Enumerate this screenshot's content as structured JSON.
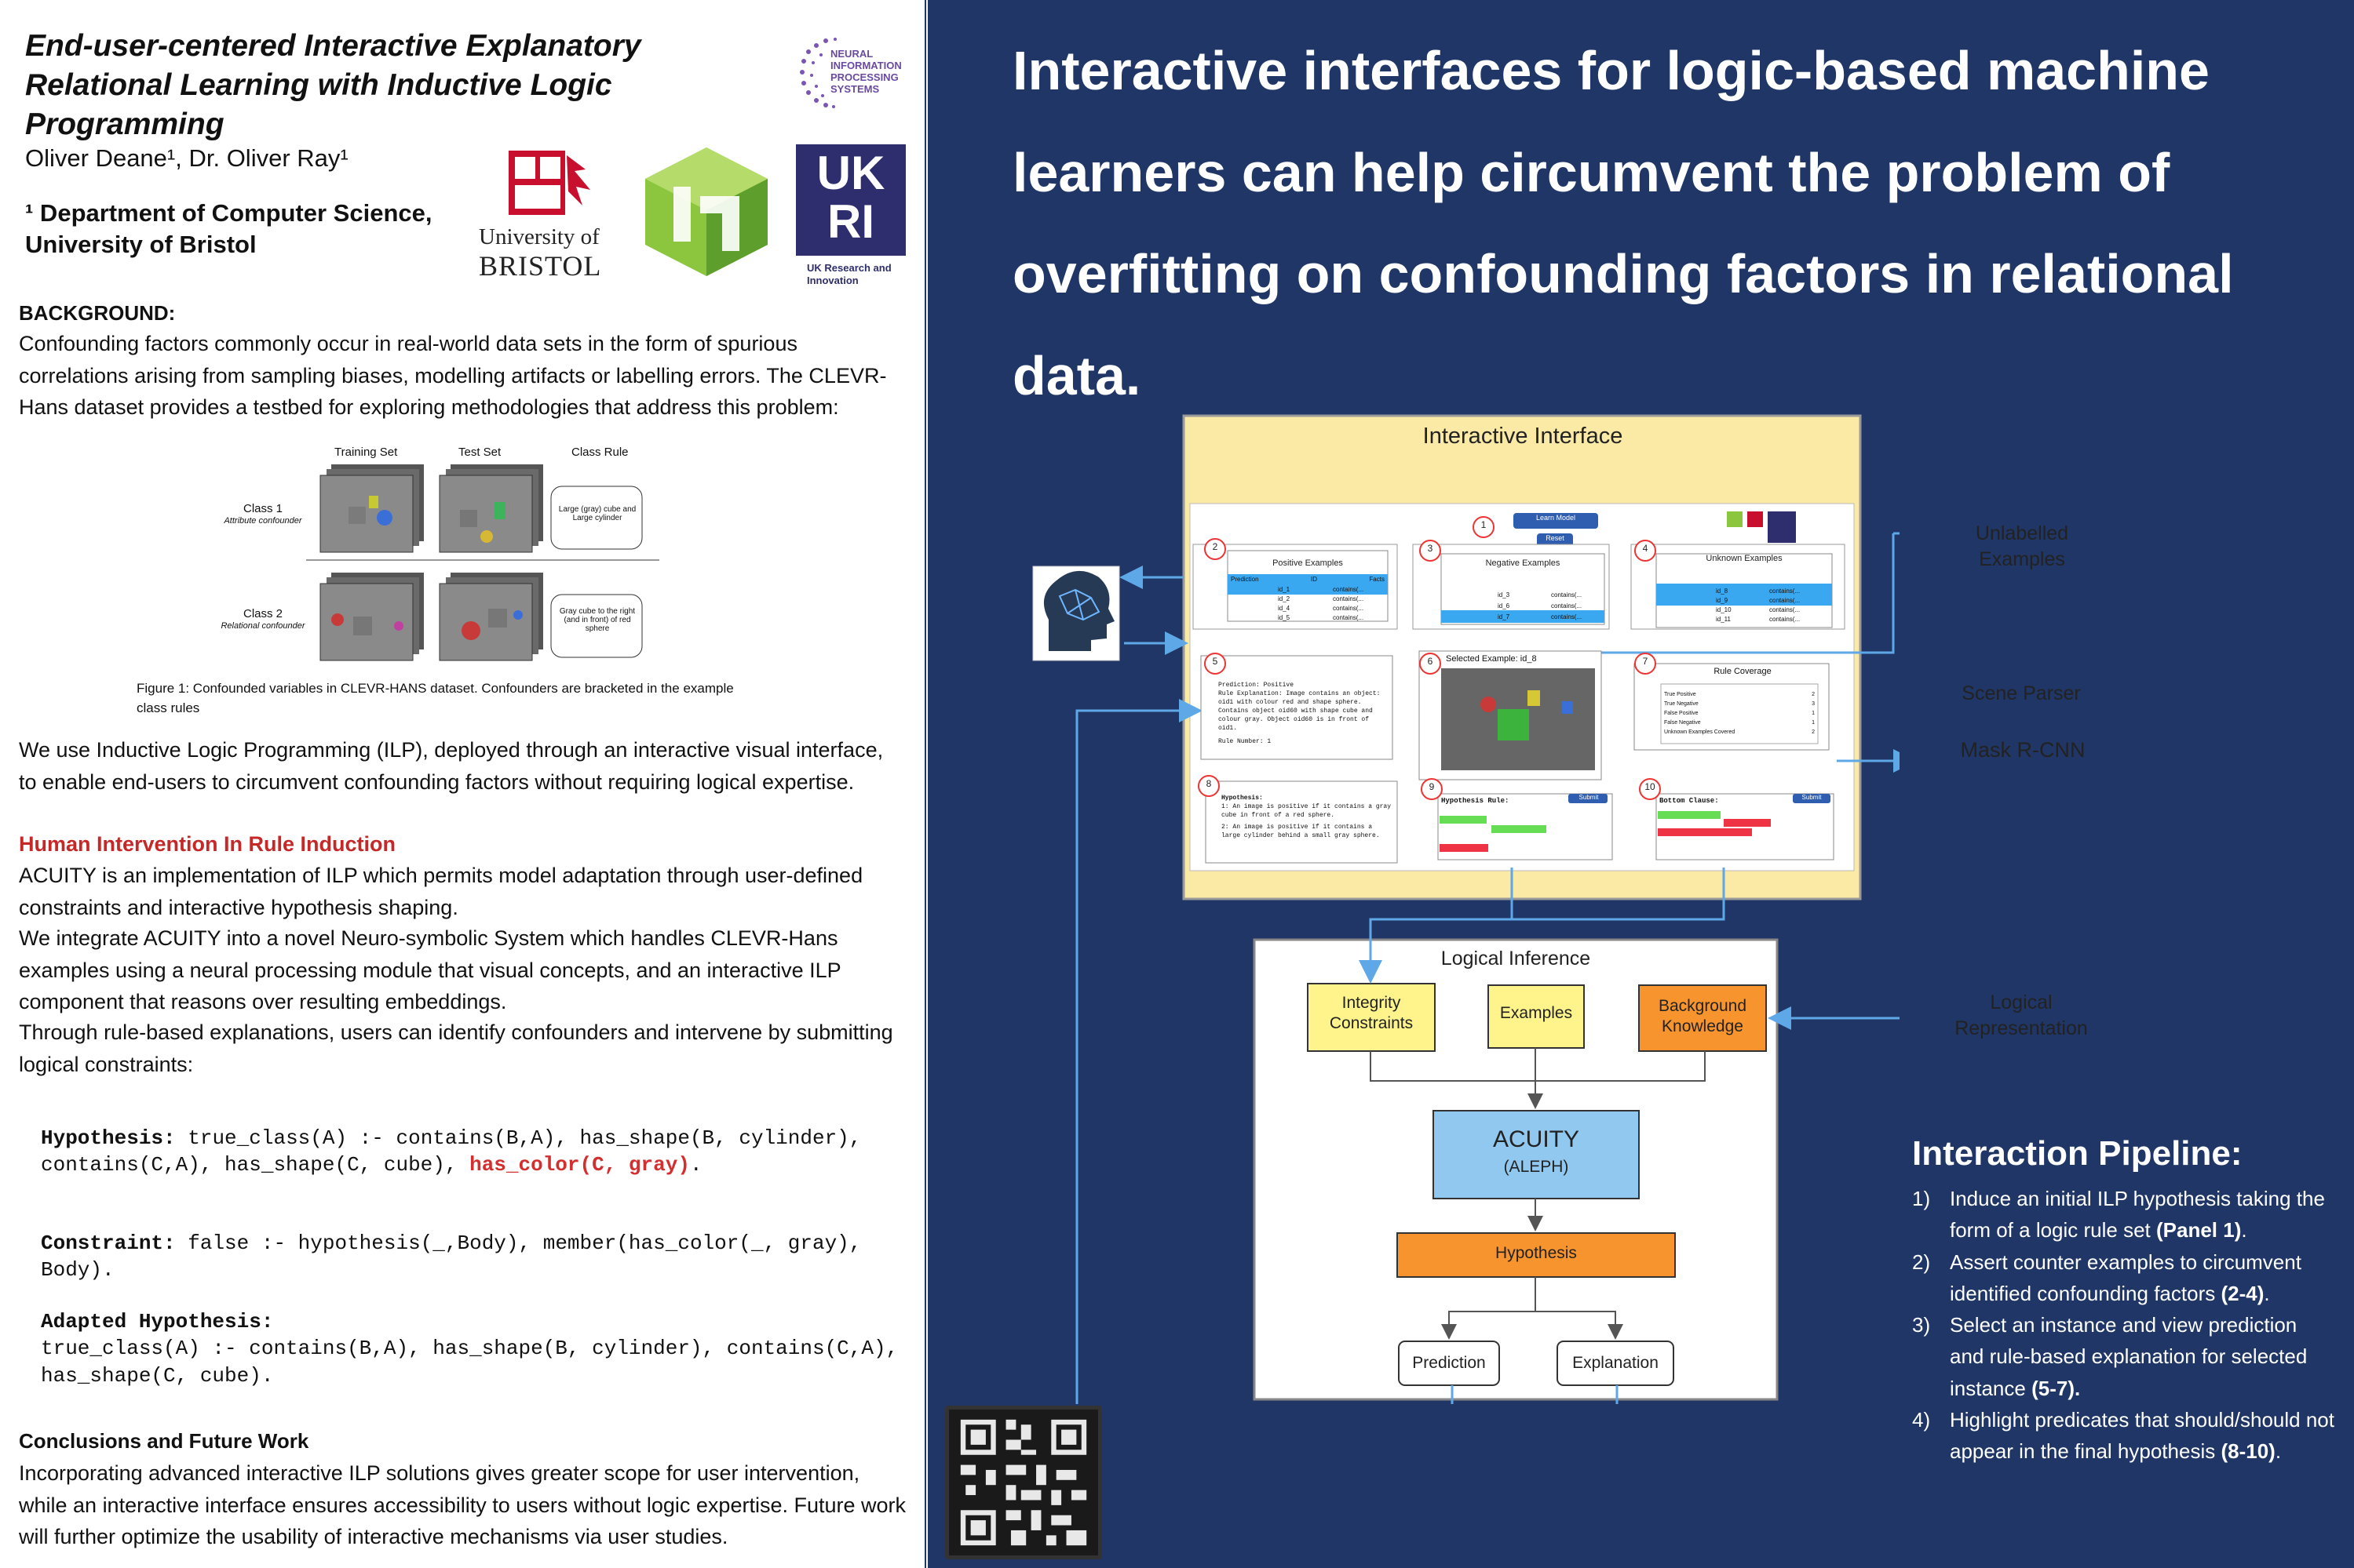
{
  "poster": {
    "title": "End-user-centered Interactive Explanatory Relational Learning with Inductive Logic Programming",
    "authors": "Oliver Deane¹, Dr. Oliver Ray¹",
    "affiliation": "¹ Department of Computer Science, University of Bristol",
    "logos": {
      "neurips": "NEURAL INFORMATION PROCESSING SYSTEMS",
      "bristol_line1": "University of",
      "bristol_line2": "BRISTOL",
      "ukri_mark": "UK RI",
      "ukri_text": "UK Research and Innovation"
    }
  },
  "background": {
    "heading": "BACKGROUND:",
    "text": "Confounding factors commonly occur in real-world data sets in the form of spurious correlations arising from sampling biases, modelling artifacts or labelling errors.  The CLEVR-Hans dataset provides a testbed for exploring methodologies that address this problem:"
  },
  "figure1": {
    "col_headers": [
      "Training Set",
      "Test Set",
      "Class Rule"
    ],
    "rows": [
      {
        "label": "Class 1",
        "sublabel": "Attribute confounder",
        "rule": "Large (gray) cube and Large cylinder"
      },
      {
        "label": "Class 2",
        "sublabel": "Relational confounder",
        "rule": "Gray cube to the right (and in front) of red sphere"
      }
    ],
    "caption": "Figure 1: Confounded variables in CLEVR-HANS dataset.  Confounders are bracketed in the example class rules"
  },
  "ilp_text": "We use Inductive Logic Programming (ILP), deployed through an interactive visual interface, to enable end-users to circumvent confounding factors without requiring logical expertise.",
  "human_intervention": {
    "heading": "Human Intervention In Rule Induction",
    "p1": " ACUITY is an implementation of ILP which permits model adaptation through user-defined constraints and interactive hypothesis shaping.",
    "p2": "We integrate ACUITY into a novel Neuro-symbolic System which handles CLEVR-Hans examples using a neural processing module that visual concepts, and an interactive ILP component that reasons over resulting embeddings.",
    "p3": "Through rule-based explanations, users can identify confounders and intervene by submitting logical constraints:"
  },
  "code": {
    "hyp_label": "Hypothesis:",
    "hyp_body": " true_class(A) :- contains(B,A), has_shape(B, cylinder), contains(C,A), has_shape(C, cube), ",
    "hyp_red": "has_color(C, gray)",
    "hyp_end": ".",
    "con_label": "Constraint:",
    "con_body": " false :- hypothesis(_,Body), member(has_color(_, gray), Body).",
    "adapt_label": "Adapted Hypothesis:",
    "adapt_body": "true_class(A) :- contains(B,A), has_shape(B, cylinder), contains(C,A), has_shape(C, cube)."
  },
  "conclusions": {
    "heading": "Conclusions and Future Work",
    "text": "Incorporating advanced interactive ILP solutions gives greater scope for user intervention, while an interactive interface ensures accessibility to users without logic expertise. Future work will further optimize the usability of interactive mechanisms via user studies."
  },
  "headline": "Interactive interfaces for logic-based machine learners can help circumvent the problem of overfitting on confounding factors in relational data.",
  "diagram": {
    "interactive_interface": "Interactive Interface",
    "learn_model": "Learn Model",
    "reset": "Reset",
    "positive_examples": "Positive Examples",
    "negative_examples": "Negative Examples",
    "unknown_examples": "Unknown Examples",
    "selected_example": "Selected Example: id_8",
    "rule_coverage": "Rule Coverage",
    "coverage_rows": [
      "True Positive",
      "True Negative",
      "False Positive",
      "False Negative",
      "Unknown Examples Covered"
    ],
    "coverage_counts": [
      "2",
      "3",
      "1",
      "1",
      "2"
    ],
    "table_headers": [
      "Prediction",
      "ID",
      "Facts"
    ],
    "pos_ids": [
      "id_1",
      "id_2",
      "id_4",
      "id_5"
    ],
    "neg_ids": [
      "id_3",
      "id_6",
      "id_7"
    ],
    "unk_ids": [
      "id_8",
      "id_9",
      "id_10",
      "id_11"
    ],
    "facts_cell": "contains(...",
    "panel5_lines": [
      "Prediction: Positive",
      "Rule Explanation: Image contains an object: oid1 with colour red and shape sphere. Contains object oid60 with shape cube and colour gray. Object oid60 is in front of oid1.",
      "Rule Number: 1"
    ],
    "panel8_lines": [
      "Hypothesis:",
      "1: An image is positive if it contains a gray cube in front of a red sphere.",
      "2: An image is positive if it contains a large cylinder behind a small gray sphere."
    ],
    "panel9_title": "Hypothesis Rule:",
    "panel10_title": "Bottom Clause:",
    "submit": "Submit",
    "unlabelled_examples": "Unlabelled Examples",
    "scene_parser": "Scene Parser",
    "mask_rcnn": "Mask R-CNN",
    "logical_representation": "Logical Representation",
    "logical_inference": "Logical Inference",
    "integrity_constraints": "Integrity Constraints",
    "examples": "Examples",
    "background_knowledge": "Background Knowledge",
    "acuity": "ACUITY",
    "aleph": "(ALEPH)",
    "hypothesis": "Hypothesis",
    "prediction": "Prediction",
    "explanation": "Explanation",
    "panel_numbers": [
      "1",
      "2",
      "3",
      "4",
      "5",
      "6",
      "7",
      "8",
      "9",
      "10"
    ]
  },
  "pipeline": {
    "heading": "Interaction Pipeline:",
    "items": [
      {
        "num": "1)",
        "text": "Induce an initial ILP hypothesis taking the form of a logic rule set ",
        "bold": "(Panel 1)",
        "end": "."
      },
      {
        "num": "2)",
        "text": "Assert counter examples to circumvent identified confounding factors ",
        "bold": "(2-4)",
        "end": "."
      },
      {
        "num": "3)",
        "text": "Select an instance and view prediction and rule-based explanation for selected instance ",
        "bold": "(5-7).",
        "end": ""
      },
      {
        "num": "4)",
        "text": "Highlight predicates that should/should not appear in the final hypothesis ",
        "bold": "(8-10)",
        "end": "."
      }
    ]
  },
  "colors": {
    "navy": "#1f3666",
    "yellow_panel": "#fbe9a6",
    "blue_box": "#90c8f0",
    "orange_box": "#f7942d",
    "yellow_box": "#fef48b",
    "arrow_blue": "#5fa8e8",
    "red_heading": "#c62828"
  }
}
